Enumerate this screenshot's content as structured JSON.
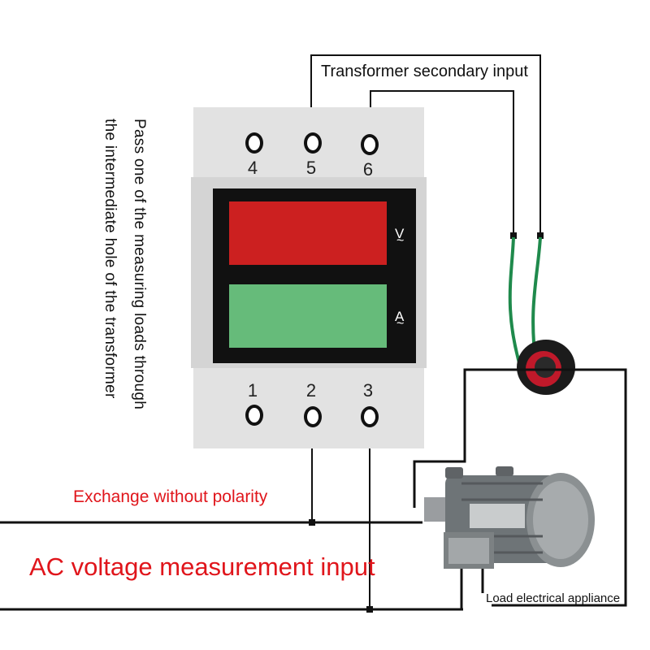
{
  "labels": {
    "transformer_secondary_input": "Transformer secondary input",
    "pass_loads_line1": "Pass one of the measuring loads through",
    "pass_loads_line2": "the intermediate hole of the transformer",
    "exchange_without_polarity": "Exchange without polarity",
    "ac_voltage_input": "AC voltage measurement input",
    "load_appliance": "Load electrical appliance"
  },
  "meter": {
    "top_terminals": [
      "4",
      "5",
      "6"
    ],
    "bottom_terminals": [
      "1",
      "2",
      "3"
    ],
    "voltage_unit": "V",
    "current_unit": "A",
    "wave_symbol": "~"
  },
  "colors": {
    "voltage_display": "#cc2020",
    "current_display": "#66bb7a",
    "meter_body": "#e2e2e2",
    "display_frame": "#111111",
    "label_red": "#e0151b",
    "wire_green": "#1f8a4c"
  }
}
